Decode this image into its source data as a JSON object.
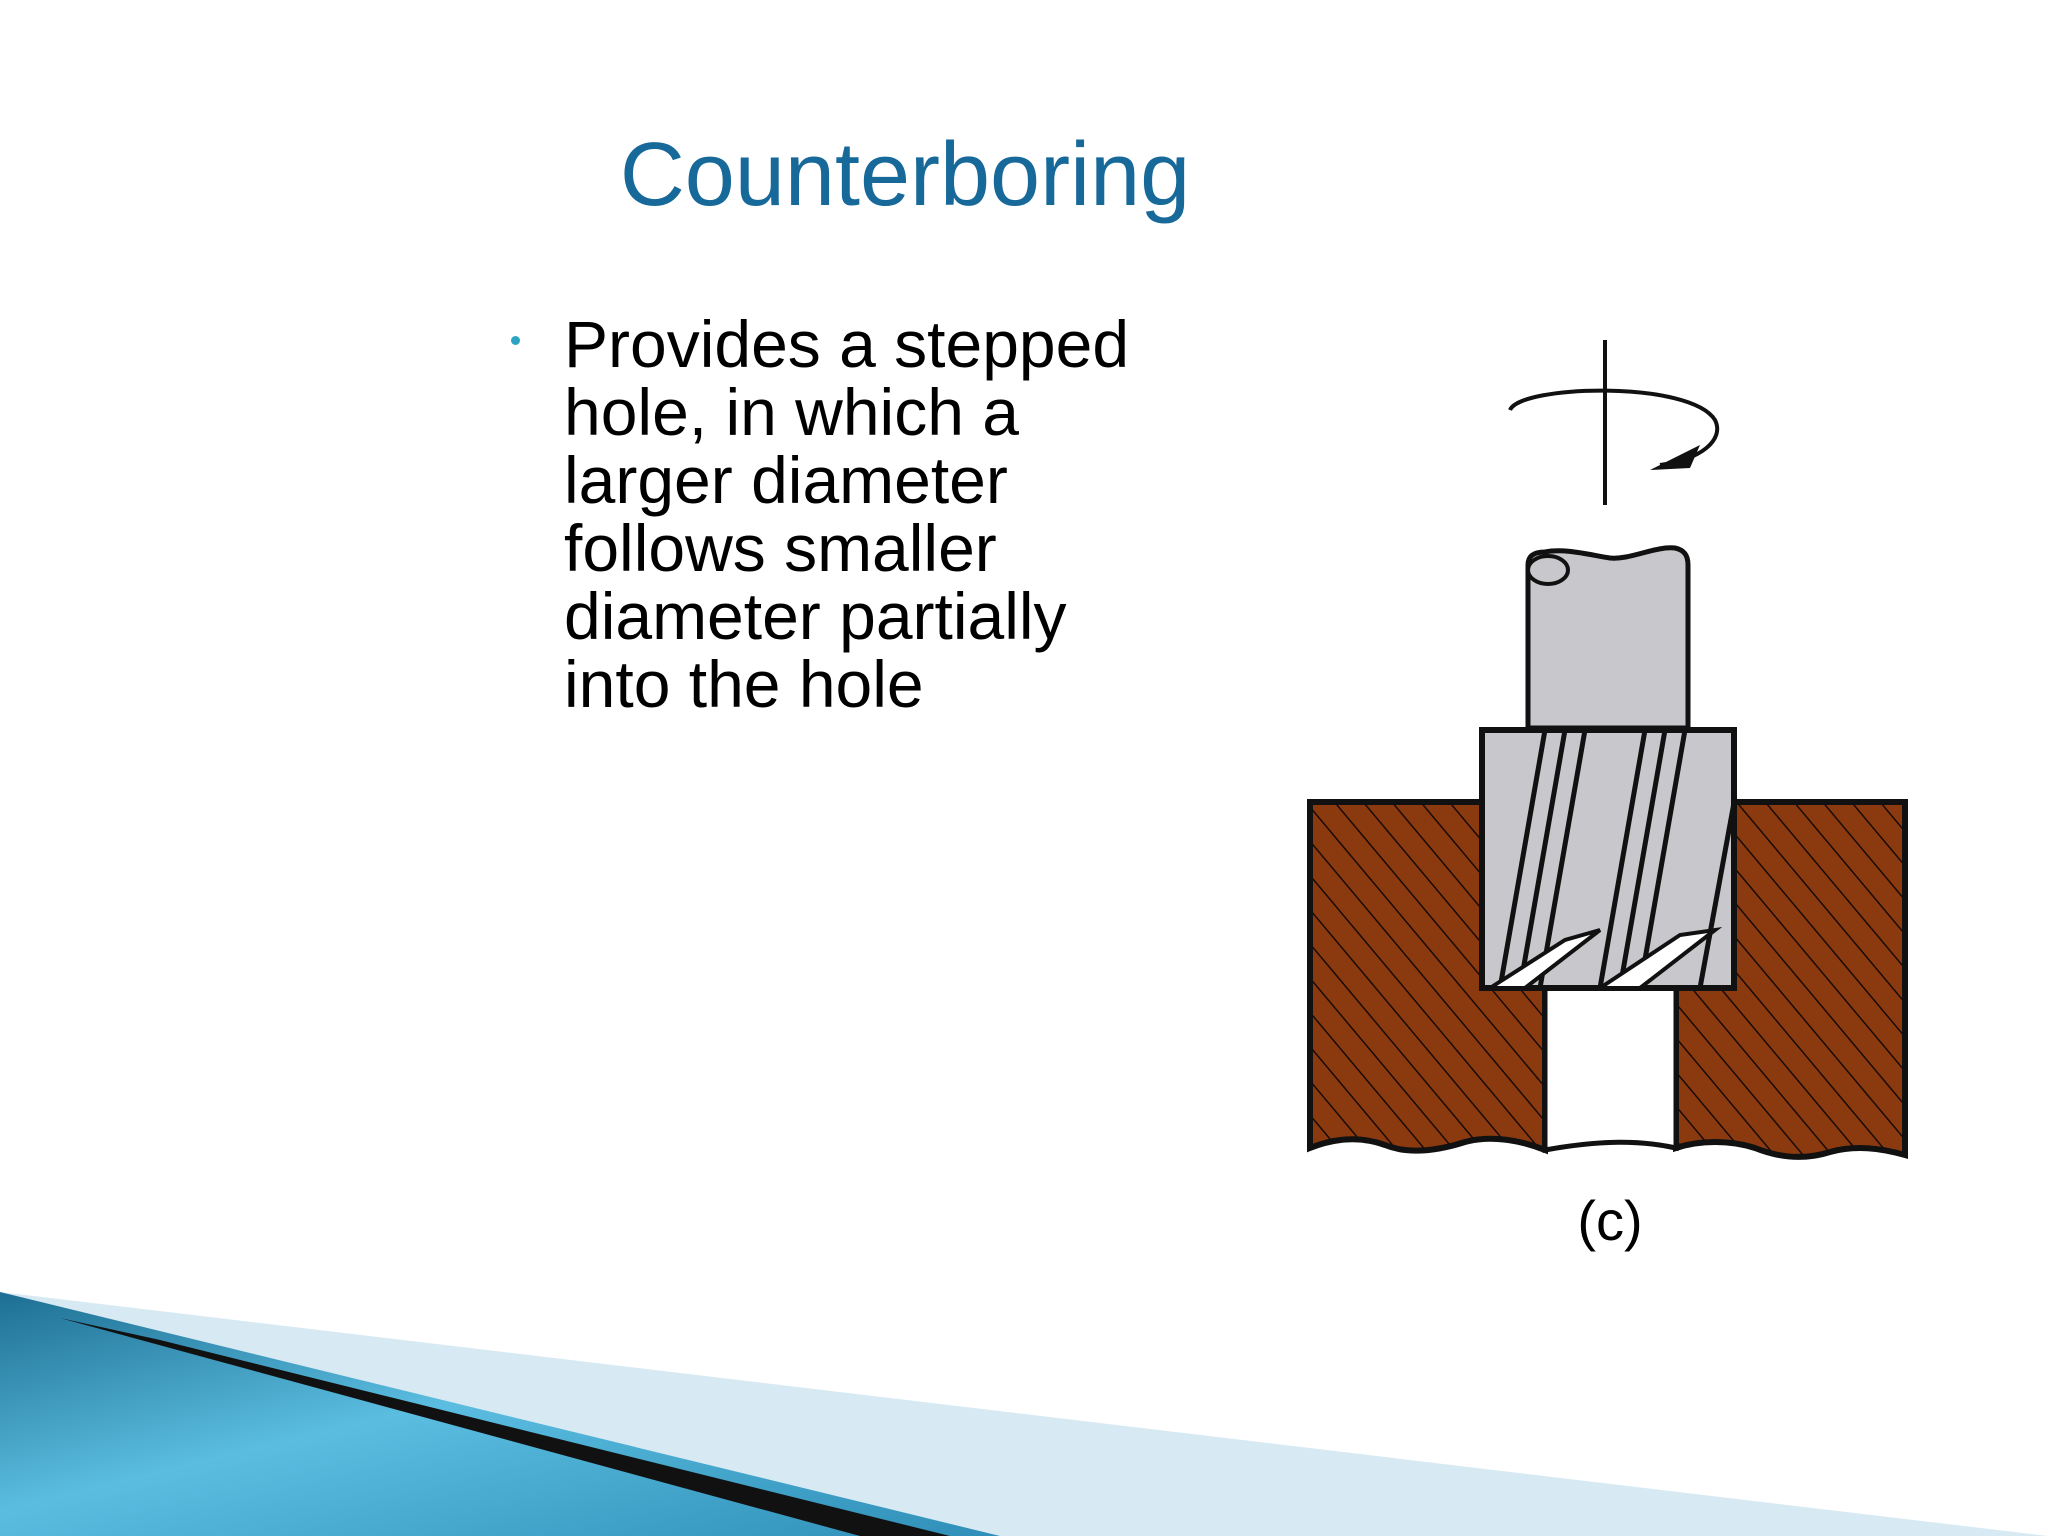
{
  "slide": {
    "title": "Counterboring",
    "bullets": [
      {
        "lines": [
          "Provides a stepped",
          "hole, in which a",
          "larger diameter",
          "follows smaller",
          "diameter partially",
          "into the hole"
        ]
      }
    ],
    "figure": {
      "caption": "(c)",
      "icon": "counterbore-tool-diagram",
      "colors": {
        "workpiece": "#8b3a10",
        "tool": "#c8c8cc",
        "outline": "#111111"
      }
    },
    "colors": {
      "title": "#17699a",
      "bullet": "#2aa3c4",
      "accent_band": "#3a9cc4"
    }
  }
}
